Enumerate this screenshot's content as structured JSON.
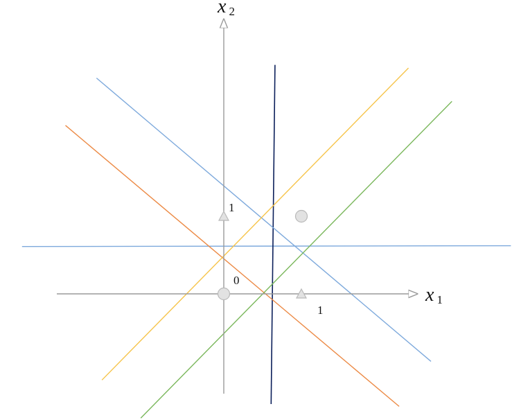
{
  "axes": {
    "x_label": {
      "main": "x",
      "sub": "1"
    },
    "y_label": {
      "main": "x",
      "sub": "2"
    },
    "axis_color": "#9a9a9a",
    "range": {
      "x": [
        -2.1,
        2.6
      ],
      "y": [
        -1.5,
        3.5
      ]
    }
  },
  "ticks": {
    "origin": "0",
    "x_one": "1",
    "y_one": "1"
  },
  "points": [
    {
      "shape": "circle",
      "x": 0,
      "y": 0
    },
    {
      "shape": "circle",
      "x": 1,
      "y": 1
    },
    {
      "shape": "triangle",
      "x": 1,
      "y": 0
    },
    {
      "shape": "triangle",
      "x": 0,
      "y": 1
    }
  ],
  "point_color": {
    "fill": "#e2e2e2",
    "stroke": "#b9b9b9"
  },
  "lines": [
    {
      "name": "steelblue-horizontal",
      "color": "#7da9dc",
      "p1": [
        -2.6,
        0.61
      ],
      "p2": [
        3.7,
        0.62
      ]
    },
    {
      "name": "navy-vertical",
      "color": "#0b1f5a",
      "p1": [
        0.66,
        2.95
      ],
      "p2": [
        0.61,
        -1.42
      ]
    },
    {
      "name": "lightblue-decreasing",
      "color": "#7da9dc",
      "p1": [
        -1.64,
        2.78
      ],
      "p2": [
        2.67,
        -0.87
      ]
    },
    {
      "name": "orange-decreasing",
      "color": "#ec8a45",
      "p1": [
        -2.04,
        2.17
      ],
      "p2": [
        2.26,
        -1.45
      ]
    },
    {
      "name": "yellow-increasing",
      "color": "#f6c44a",
      "p1": [
        -1.57,
        -1.11
      ],
      "p2": [
        2.38,
        2.91
      ]
    },
    {
      "name": "green-increasing",
      "color": "#7ab75b",
      "p1": [
        -1.07,
        -1.6
      ],
      "p2": [
        2.94,
        2.48
      ]
    }
  ]
}
